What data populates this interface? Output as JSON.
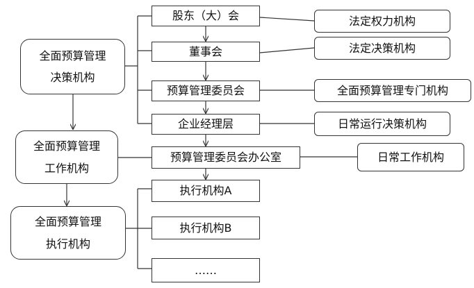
{
  "left_column": {
    "decision": {
      "line1": "全面预算管理",
      "line2": "决策机构"
    },
    "work": {
      "line1": "全面预算管理",
      "line2": "工作机构"
    },
    "exec": {
      "line1": "全面预算管理",
      "line2": "执行机构"
    }
  },
  "center_column": {
    "shareholders": "股东（大）会",
    "board": "董事会",
    "committee": "预算管理委员会",
    "management": "企业经理层",
    "office": "预算管理委员会办公室",
    "unit_a": "执行机构A",
    "unit_b": "执行机构B",
    "more": "……"
  },
  "right_column": {
    "statutory_authority": "法定权力机构",
    "statutory_decision": "法定决策机构",
    "dedicated_body": "全面预算管理专门机构",
    "daily_decision": "日常运行决策机构",
    "daily_work": "日常工作机构"
  }
}
